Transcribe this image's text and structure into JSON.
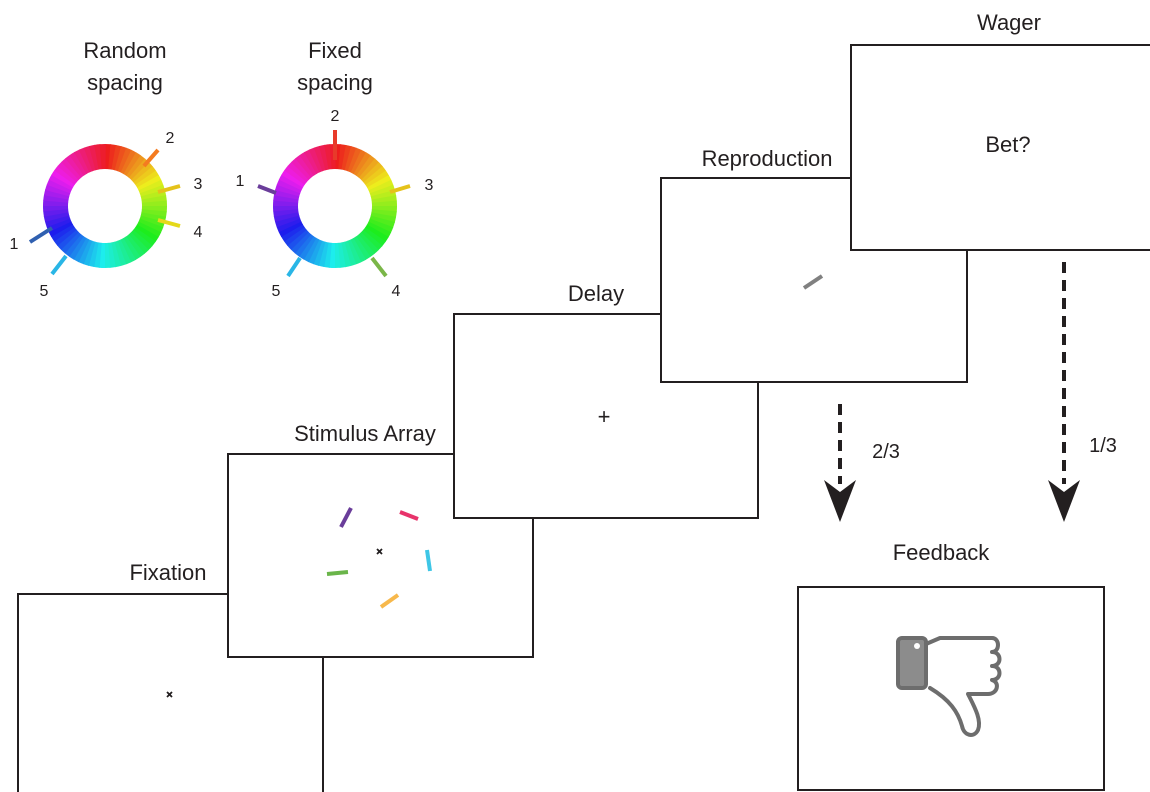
{
  "color_wheels": [
    {
      "title_line1": "Random",
      "title_line2": "spacing",
      "items": [
        "1",
        "2",
        "3",
        "4",
        "5"
      ]
    },
    {
      "title_line1": "Fixed",
      "title_line2": "spacing",
      "items": [
        "1",
        "2",
        "3",
        "4",
        "5"
      ]
    }
  ],
  "screens": {
    "fixation": {
      "label": "Fixation"
    },
    "stimulus_array": {
      "label": "Stimulus Array"
    },
    "delay": {
      "label": "Delay",
      "cue": "+"
    },
    "reproduction": {
      "label": "Reproduction"
    },
    "wager": {
      "label": "Wager",
      "prompt": "Bet?"
    },
    "feedback": {
      "label": "Feedback",
      "icon": "thumbs-down-icon"
    }
  },
  "transitions": [
    {
      "from": "Reproduction",
      "to": "Feedback",
      "probability": "2/3"
    },
    {
      "from": "Wager",
      "to": "Feedback",
      "probability": "1/3"
    }
  ],
  "stimulus_colors": [
    "#6a3d9a",
    "#e8336b",
    "#3ec6e6",
    "#6ab54a",
    "#f7b84b"
  ],
  "probe_color": "#808080"
}
